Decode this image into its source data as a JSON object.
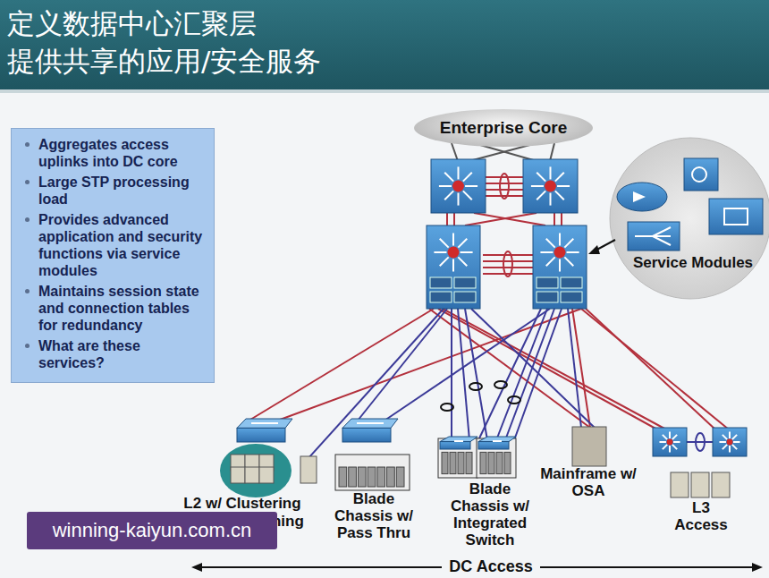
{
  "diagram": {
    "title": "定义数据中心汇聚层",
    "nodes": [
      {
        "text": [
          "Aggregates access uplinks into DC core",
          "Large STP processing load",
          "Provides advanced application and security functions via service modules",
          "Maintains session state and connection tables for redundancy",
          "What are these services?"
        ]
      },
      {
        "text": [
          "Enterprise Core"
        ]
      },
      {
        "text": [
          "Service Modules"
        ]
      }
    ],
    "labels": [
      "提供共享的应用/安全服务",
      "L2 w/ Clustering and NIC Teaming",
      "Blade Chassis w/ Pass Thru",
      "Blade Chassis w/ Integrated Switch",
      "Mainframe w/ OSA",
      "L3 Access",
      "DC Access",
      "winning-kaiyun.com.cn"
    ]
  }
}
